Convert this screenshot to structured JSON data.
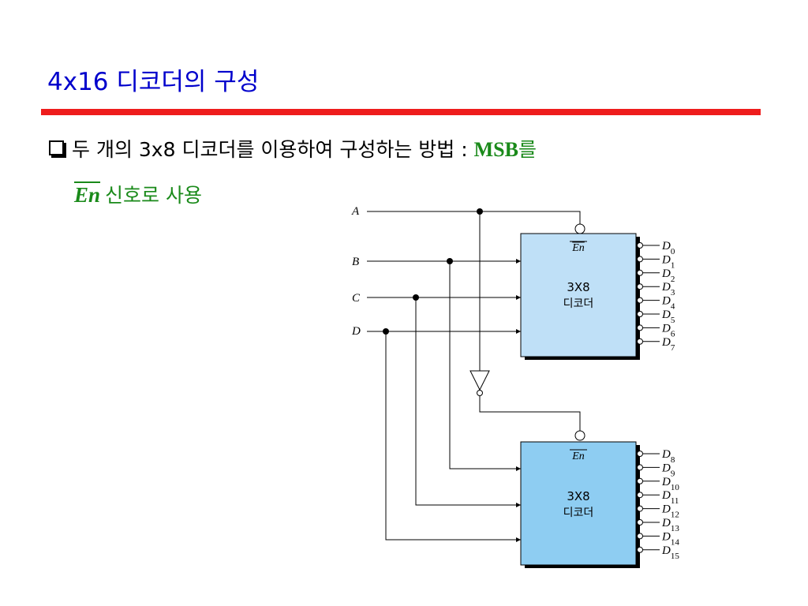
{
  "slide": {
    "title": "4x16 디코더의 구성",
    "bullet_text": "두 개의 3x8 디코더를 이용하여 구성하는 방법 : ",
    "bullet_msb": "MSB",
    "bullet_msb_suffix": "를",
    "line2_en": "En",
    "line2_text": "신호로 사용"
  },
  "diagram": {
    "inputs": [
      "A",
      "B",
      "C",
      "D"
    ],
    "decoder_top": {
      "en_label": "En",
      "name_line1": "3X8",
      "name_line2": "디코더"
    },
    "decoder_bottom": {
      "en_label": "En",
      "name_line1": "3X8",
      "name_line2": "디코더"
    },
    "outputs_top": [
      "0",
      "1",
      "2",
      "3",
      "4",
      "5",
      "6",
      "7"
    ],
    "outputs_bottom": [
      "8",
      "9",
      "10",
      "11",
      "12",
      "13",
      "14",
      "15"
    ],
    "output_prefix": "D",
    "colors": {
      "decoder_top_fill": "#bfe0f7",
      "decoder_bottom_fill": "#8ecdf2"
    }
  }
}
